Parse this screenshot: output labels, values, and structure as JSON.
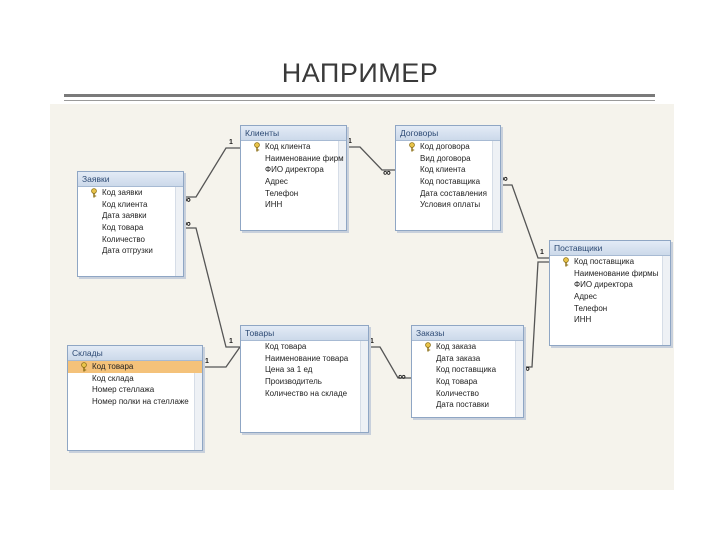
{
  "slide": {
    "title": "НАПРИМЕР"
  },
  "tables": {
    "zayavki": {
      "title": "Заявки",
      "fields": [
        "Код заявки",
        "Код клиента",
        "Дата заявки",
        "Код товара",
        "Количество",
        "Дата отгрузки"
      ]
    },
    "klienty": {
      "title": "Клиенты",
      "fields": [
        "Код клиента",
        "Наименование фирм",
        "ФИО директора",
        "Адрес",
        "Телефон",
        "ИНН"
      ]
    },
    "dogovory": {
      "title": "Договоры",
      "fields": [
        "Код договора",
        "Вид договора",
        "Код клиента",
        "Код поставщика",
        "Дата составления",
        "Условия оплаты"
      ]
    },
    "postavshiki": {
      "title": "Поставщики",
      "fields": [
        "Код поставщика",
        "Наименование фирмы",
        "ФИО директора",
        "Адрес",
        "Телефон",
        "ИНН"
      ]
    },
    "sklady": {
      "title": "Склады",
      "fields": [
        "Код товара",
        "Код склада",
        "Номер стеллажа",
        "Номер полки на стеллаже"
      ]
    },
    "tovary": {
      "title": "Товары",
      "fields": [
        "Код товара",
        "Наименование товара",
        "Цена за 1 ед",
        "Производитель",
        "Количество на складе"
      ]
    },
    "zakazy": {
      "title": "Заказы",
      "fields": [
        "Код заказа",
        "Дата заказа",
        "Код поставщика",
        "Код товара",
        "Количество",
        "Дата поставки"
      ]
    }
  },
  "relationships": {
    "one_label": "1",
    "many_label": "∞"
  },
  "colors": {
    "selected_row": "#f4c27a",
    "header": "#ccd9ea",
    "border": "#8fa6c4",
    "link": "#555555"
  }
}
